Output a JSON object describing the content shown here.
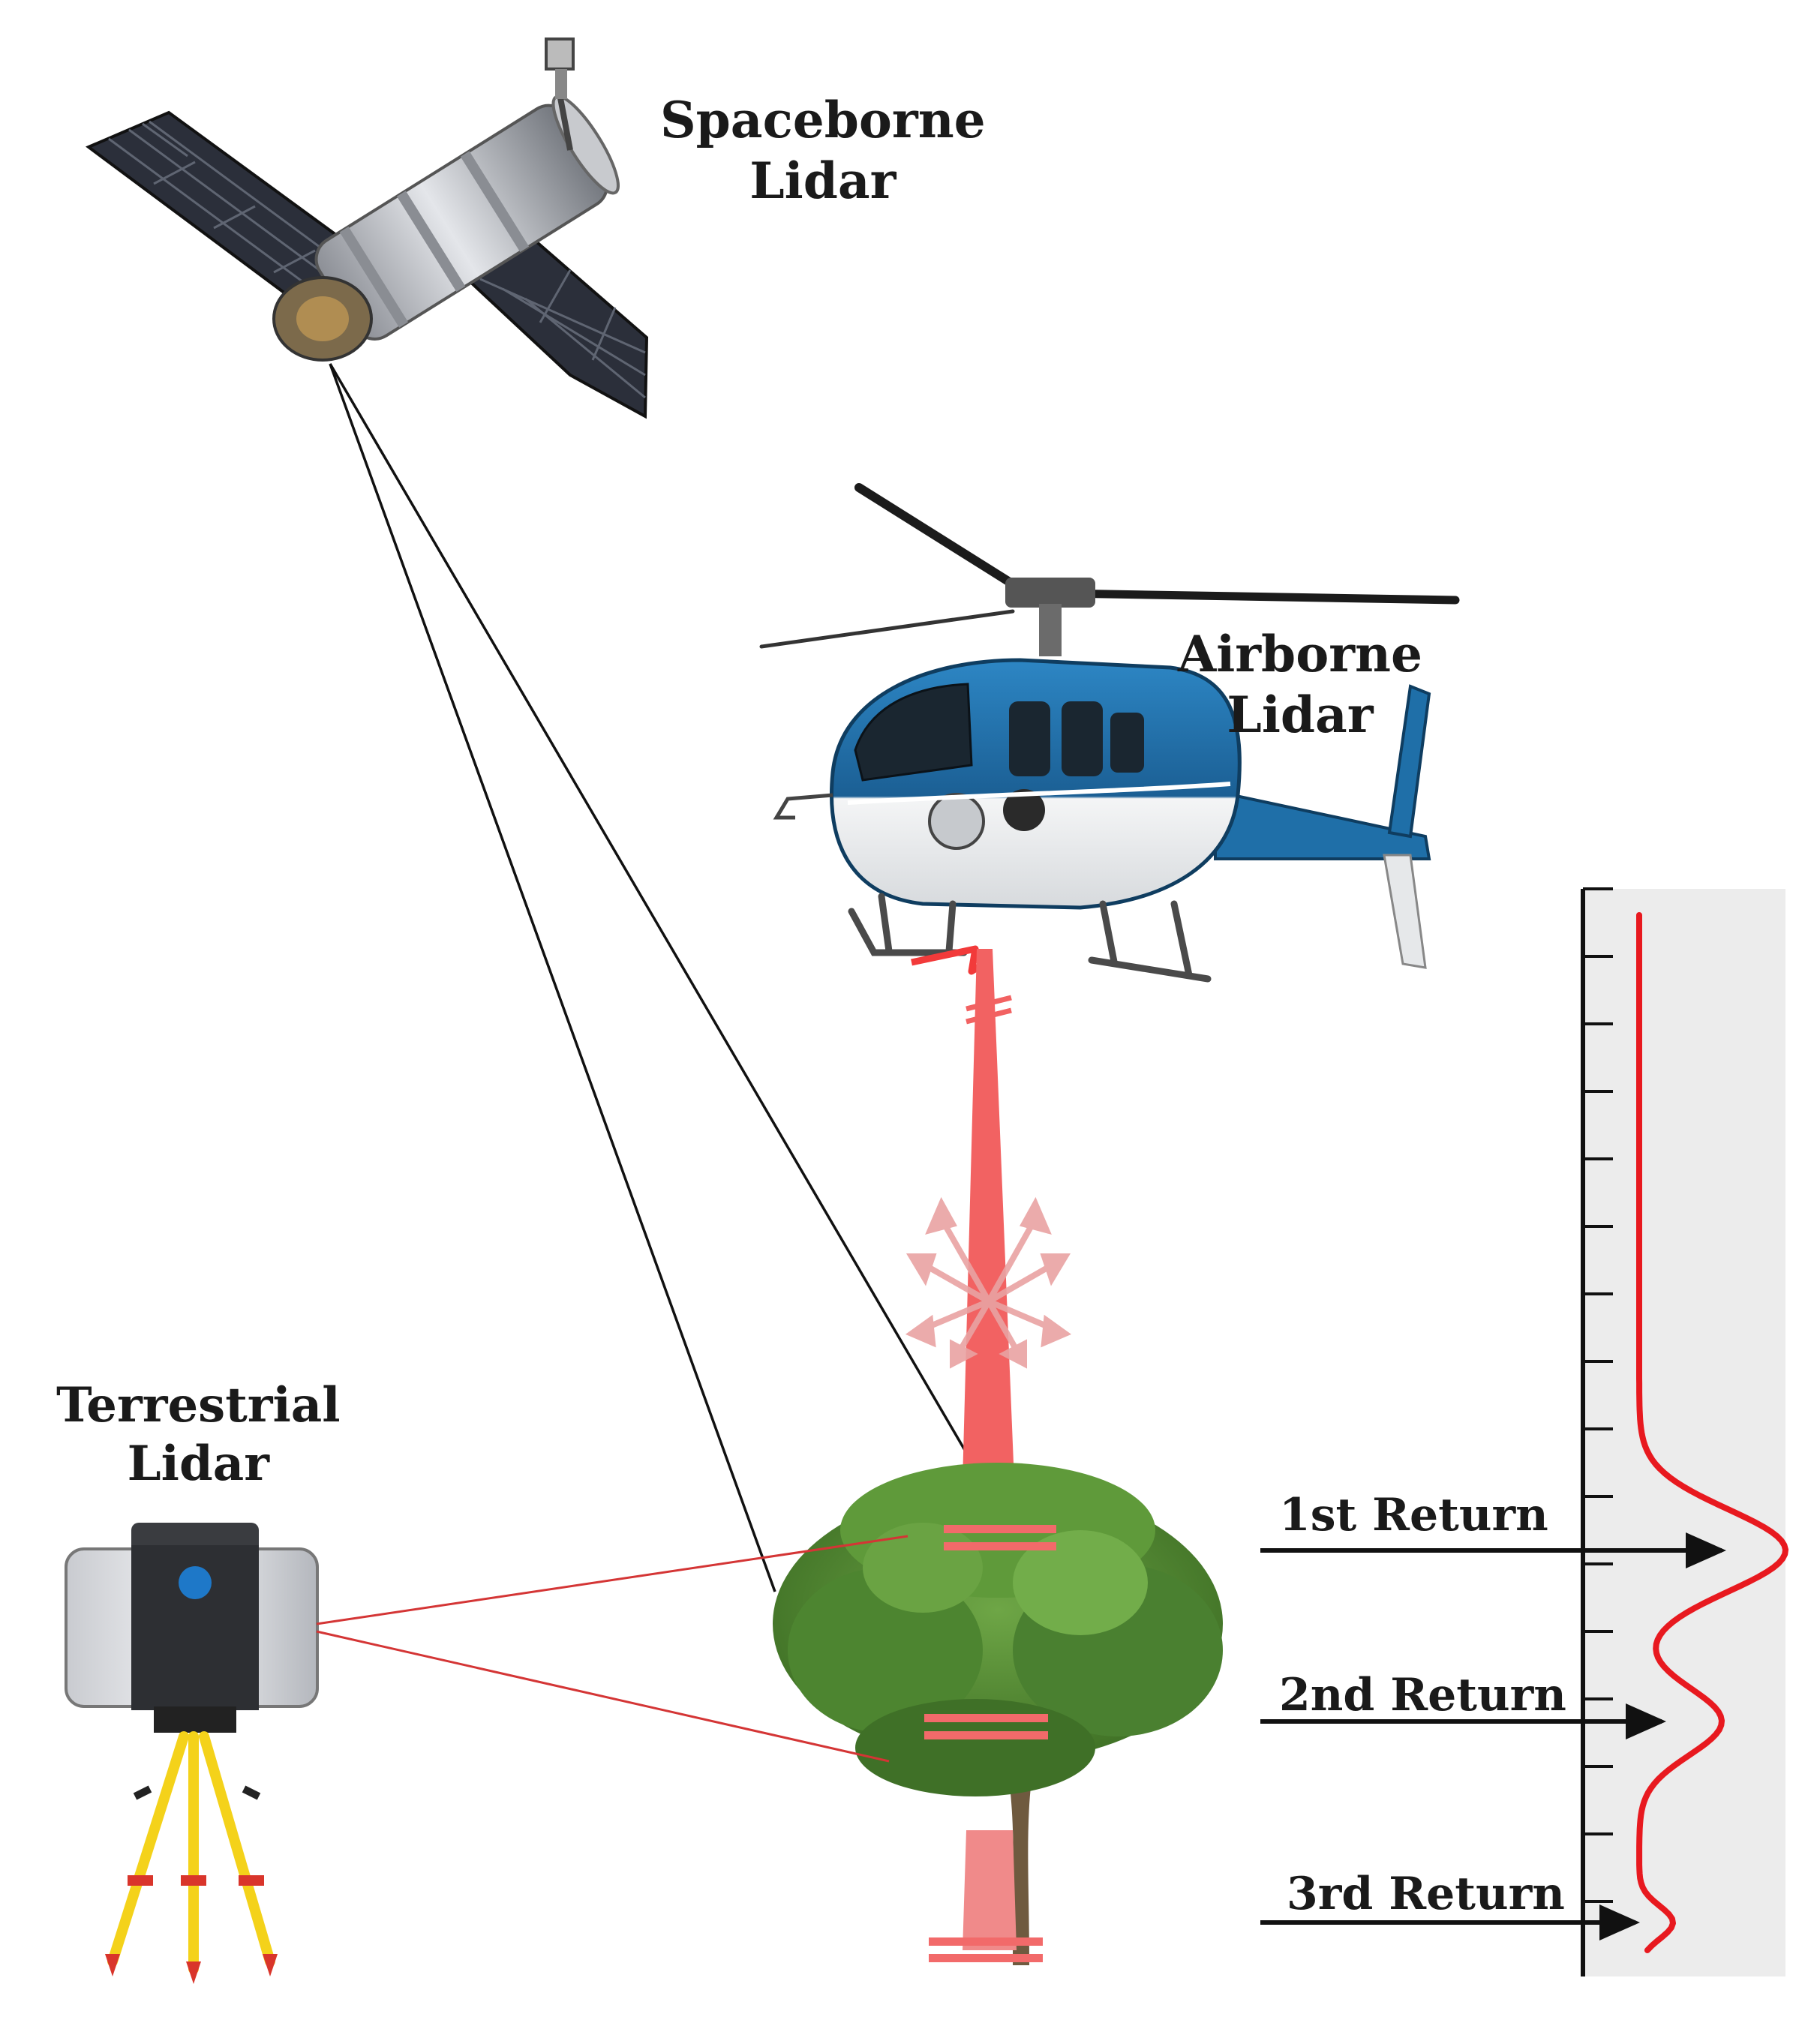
{
  "labels": {
    "spaceborne": [
      "Spaceborne",
      "Lidar"
    ],
    "airborne": [
      "Airborne",
      "Lidar"
    ],
    "terrestrial": [
      "Terrestrial",
      "Lidar"
    ]
  },
  "returns": [
    "1st Return",
    "2nd Return",
    "3rd Return"
  ],
  "colors": {
    "laser": "#f06a6a",
    "waveform": "#e8191f",
    "helicopter_body": "#1f6fa8",
    "foliage": "#4f8a2e",
    "tripod": "#f4d21a"
  }
}
